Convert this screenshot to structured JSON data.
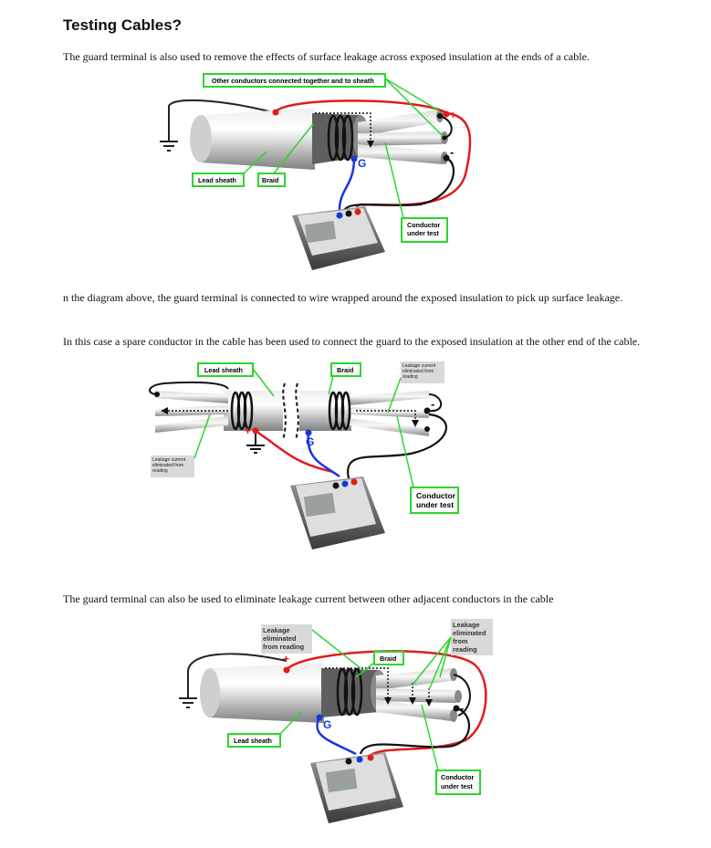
{
  "title": "Testing Cables?",
  "paragraphs": {
    "p1": "The guard terminal is also used to remove the effects of surface leakage across exposed insulation at the ends of a cable.",
    "p2": "n the diagram above, the guard terminal is connected to wire wrapped around the exposed insulation to pick up surface leakage.",
    "p3": "In this case a spare conductor in the cable has been used to connect the guard to the exposed insulation at the other end of the cable.",
    "p4": "The guard terminal can also be used to eliminate leakage current between other adjacent conductors in the cable"
  },
  "fig1": {
    "other_conductors": "Other conductors connected together and to sheath",
    "lead_sheath": "Lead sheath",
    "braid": "Braid",
    "conductor_l1": "Conductor",
    "conductor_l2": "under test",
    "guard": "G",
    "plus": "+",
    "minus": "-"
  },
  "fig2": {
    "lead_sheath": "Lead sheath",
    "braid": "Braid",
    "leak_right_l1": "Leakage current",
    "leak_right_l2": "eliminated from",
    "leak_right_l3": "reading",
    "leak_left_l1": "Leakage current",
    "leak_left_l2": "eliminated from",
    "leak_left_l3": "reading",
    "conductor_l1": "Conductor",
    "conductor_l2": "under test",
    "guard": "G",
    "plus": "+",
    "minus": "-"
  },
  "fig3": {
    "leak_left_l1": "Leakage",
    "leak_left_l2": "eliminated",
    "leak_left_l3": "from reading",
    "leak_right_l1": "Leakage",
    "leak_right_l2": "eliminated",
    "leak_right_l3": "from",
    "leak_right_l4": "reading",
    "braid": "Braid",
    "lead_sheath": "Lead sheath",
    "conductor_l1": "Conductor",
    "conductor_l2": "under test",
    "guard": "G",
    "plus": "+",
    "minus": "-"
  },
  "colors": {
    "label_border": "#2bd62b",
    "positive_lead": "#e21b1b",
    "guard_lead": "#1a35d8",
    "callout_gray": "#d9d9d9"
  }
}
